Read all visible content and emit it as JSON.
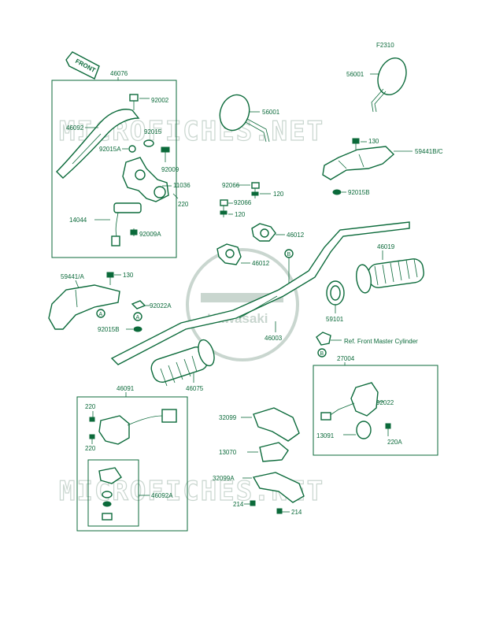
{
  "figure_code": "F2310",
  "front_label": "FRONT",
  "watermark": "MICROFICHES.NET",
  "logo_text": "Kawasaki",
  "circle_marks": {
    "A": "A",
    "B": "B"
  },
  "labels": {
    "p46076": "46076",
    "p92002": "92002",
    "p46092": "46092",
    "p92015": "92015",
    "p92015A": "92015A",
    "p92009": "92009",
    "p11036": "11036",
    "p220a": "220",
    "p14044": "14044",
    "p92009A": "92009A",
    "p56001a": "56001",
    "p56001b": "56001",
    "p130a": "130",
    "p59441BC": "59441B/C",
    "p92015B_top": "92015B",
    "p92066a": "92066",
    "p120a": "120",
    "p92066b": "92066",
    "p120b": "120",
    "p46012a": "46012",
    "p46012b": "46012",
    "p46019": "46019",
    "p59441A": "59441/A",
    "p130b": "130",
    "p92022A": "92022A",
    "p92015B": "92015B",
    "p46003": "46003",
    "p59101": "59101",
    "ref_master": "Ref. Front Master Cylinder",
    "p27004": "27004",
    "p46075": "46075",
    "p46091": "46091",
    "p220b": "220",
    "p220c": "220",
    "p32099": "32099",
    "p13070": "13070",
    "p32099A": "32099A",
    "p214a": "214",
    "p214b": "214",
    "p46092A": "46092A",
    "p92022": "92022",
    "p13091": "13091",
    "p220A": "220A"
  },
  "colors": {
    "ink": "#0b6a3a",
    "watermark": "#c9d6cf",
    "background": "#ffffff"
  }
}
